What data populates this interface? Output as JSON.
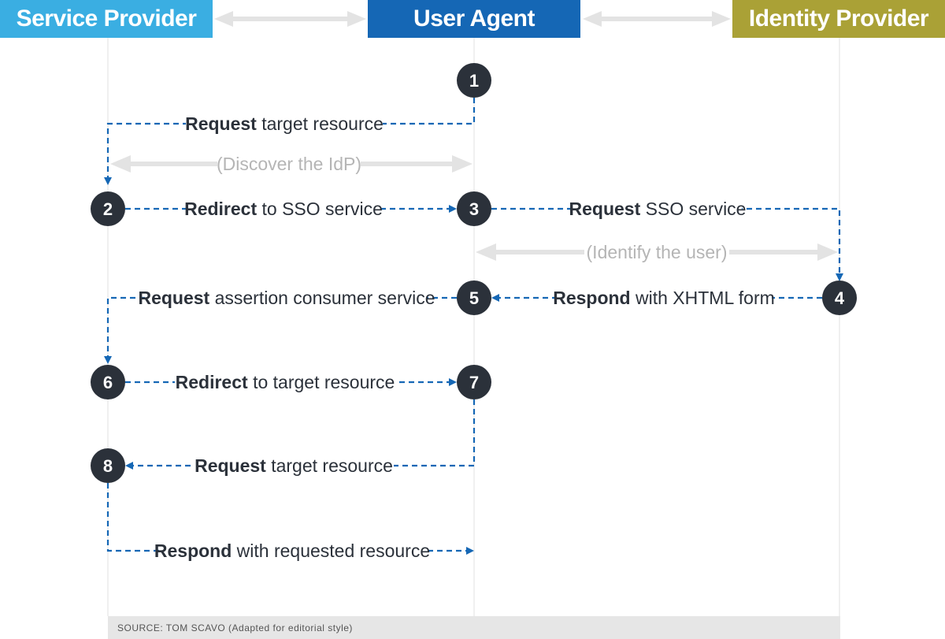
{
  "colors": {
    "service_provider": "#3aaee2",
    "user_agent": "#1567b5",
    "identity_provider": "#aaa136",
    "arrow": "#1567b5",
    "step_circle": "#2b313a",
    "grey_arrow": "#e3e3e3",
    "grey_text": "#b5b5b5",
    "footer_bg": "#e6e6e6"
  },
  "headers": {
    "service_provider": "Service Provider",
    "user_agent": "User Agent",
    "identity_provider": "Identity Provider"
  },
  "steps": [
    "1",
    "2",
    "3",
    "4",
    "5",
    "6",
    "7",
    "8"
  ],
  "messages": [
    {
      "bold": "Request",
      "rest": " target resource"
    },
    {
      "bold": "Redirect",
      "rest": " to SSO service"
    },
    {
      "bold": "Request",
      "rest": " SSO service"
    },
    {
      "bold": "Respond",
      "rest": " with XHTML form"
    },
    {
      "bold": "Request",
      "rest": " assertion consumer service"
    },
    {
      "bold": "Redirect",
      "rest": " to target resource"
    },
    {
      "bold": "Request",
      "rest": " target resource"
    },
    {
      "bold": "Respond",
      "rest": " with requested resource"
    }
  ],
  "notes": {
    "discover": "(Discover the IdP)",
    "identify": "(Identify the user)"
  },
  "footer": {
    "source": "SOURCE: TOM SCAVO (Adapted for editorial style)"
  }
}
